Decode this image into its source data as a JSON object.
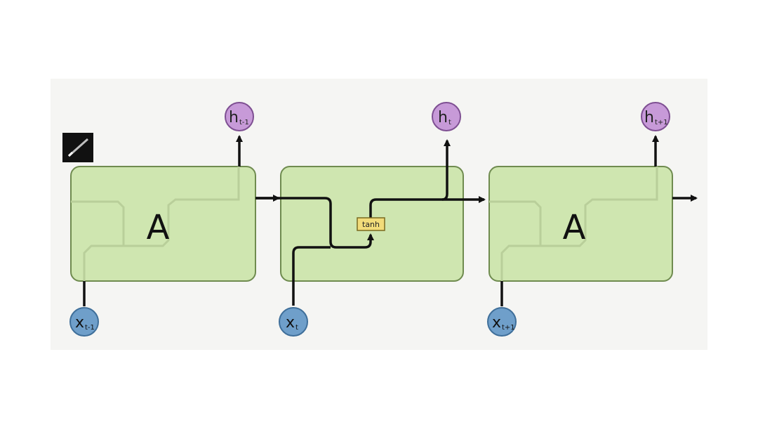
{
  "colors": {
    "background": "#ffffff",
    "panel": "#f5f5f3",
    "cell_fill": "#cfe6b0",
    "cell_stroke": "#6f8b4f",
    "ghost_line": "#b9cf9a",
    "wire": "#111111",
    "input_fill": "#6f9fca",
    "input_stroke": "#3f6f9a",
    "output_fill": "#c79ad8",
    "output_stroke": "#7e4f92",
    "tanh_fill": "#f2dc7a",
    "tanh_stroke": "#7a6a20"
  },
  "cells": [
    {
      "label": "A",
      "input": {
        "main": "x",
        "sub": "t-1"
      },
      "output": {
        "main": "h",
        "sub": "t-1"
      }
    },
    {
      "label": "",
      "input": {
        "main": "x",
        "sub": "t"
      },
      "output": {
        "main": "h",
        "sub": "t"
      }
    },
    {
      "label": "A",
      "input": {
        "main": "x",
        "sub": "t+1"
      },
      "output": {
        "main": "h",
        "sub": "t+1"
      }
    }
  ],
  "gate": {
    "label": "tanh"
  },
  "toolbar_icon": "pen-icon"
}
